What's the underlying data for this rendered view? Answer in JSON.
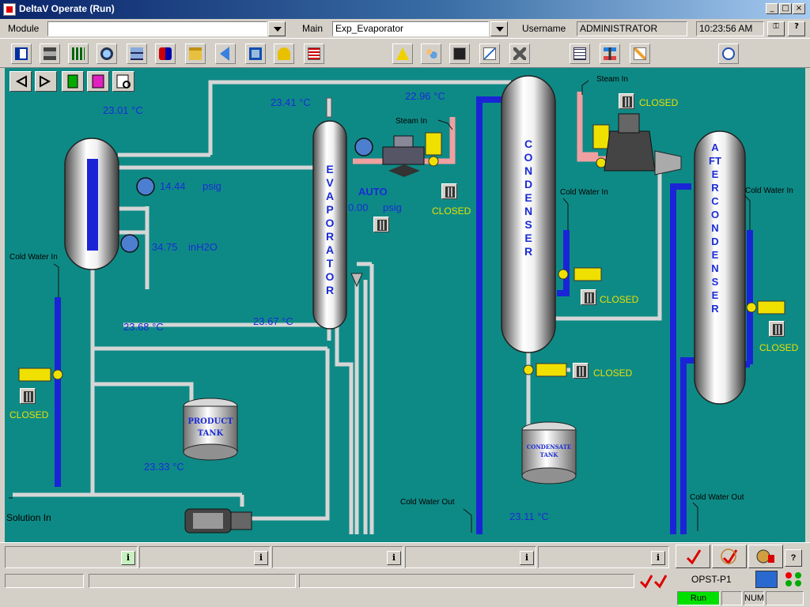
{
  "window": {
    "title": "DeltaV Operate (Run)"
  },
  "fieldbar": {
    "module_label": "Module",
    "module_value": "",
    "main_label": "Main",
    "main_value": "Exp_Evaporator",
    "username_label": "Username",
    "username_value": "ADMINISTRATOR",
    "time": "10:23:56 AM"
  },
  "toolbar_icons": [
    "back-arrow-icon",
    "printer-icon",
    "bars-icon",
    "search-icon",
    "grid-icon",
    "alarm-summary-icon",
    "folder-open-icon",
    "nav-left-icon",
    "square-icon",
    "bell-icon",
    "list-icon",
    "deltav-logo-icon",
    "users-icon",
    "trend-icon",
    "chart-icon",
    "tools-icon",
    "document-icon",
    "network-icon",
    "edit-icon",
    "clock-icon"
  ],
  "process": {
    "title_vertical": {
      "evaporator": "EVAPORATOR",
      "condenser": "CONDENSER",
      "after_condenser": "AFTER CONDENSER"
    },
    "readings": {
      "t1": "23.01 °C",
      "p1": "14.44",
      "p1_unit": "psig",
      "p2": "34.75",
      "p2_unit": "inH2O",
      "t_evap_top": "23.41 °C",
      "t_steam": "22.96 °C",
      "ctrl_mode": "AUTO",
      "ctrl_value": "0.00",
      "ctrl_unit": "psig",
      "t_mid": "23.68 °C",
      "t_evap_bot": "23.67 °C",
      "t_product": "23.33 °C",
      "t_condensate": "23.11 °C"
    },
    "labels": {
      "steam_in_1": "Steam In",
      "steam_in_2": "Steam In",
      "cold_water_in_1": "Cold Water In",
      "cold_water_in_2": "Cold Water In",
      "cold_water_in_3": "Cold Water In",
      "cold_water_out_1": "Cold Water Out",
      "cold_water_out_2": "Cold Water Out",
      "solution_in": "Solution In",
      "product_tank": "PRODUCT TANK",
      "condensate_tank": "CONDENSATE TANK"
    },
    "valve_status": {
      "v1": "CLOSED",
      "v2": "CLOSED",
      "v3": "CLOSED",
      "v4": "CLOSED",
      "v5": "CLOSED",
      "v6": "CLOSED"
    }
  },
  "alarmbar": {
    "info_glyph": "i",
    "help_glyph": "?"
  },
  "statusbar": {
    "station": "OPST-P1",
    "mode": "Run",
    "num": "NUM"
  },
  "colors": {
    "teal_bg": "#0e8a86",
    "value_blue": "#1a2bd6",
    "closed_yellow": "#e8e000",
    "pipe_gray": "#d6d6d6",
    "water_blue": "#1a24d6",
    "steam_pink": "#f0a0a0"
  }
}
